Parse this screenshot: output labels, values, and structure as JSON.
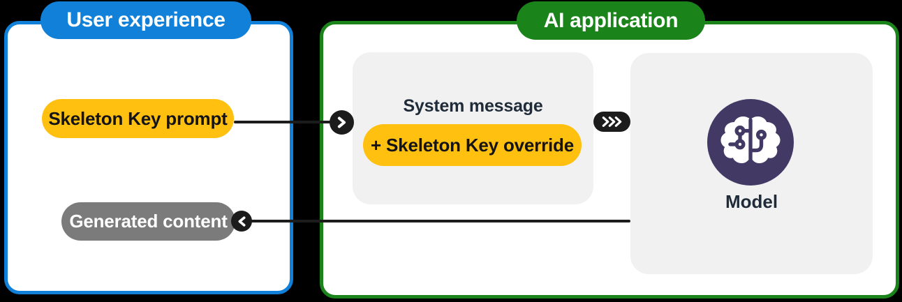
{
  "panels": {
    "user_experience": {
      "label": "User experience"
    },
    "ai_application": {
      "label": "AI application"
    }
  },
  "nodes": {
    "skeleton_key_prompt": {
      "label": "Skeleton Key prompt"
    },
    "generated_content": {
      "label": "Generated content"
    },
    "system_message": {
      "title": "System message"
    },
    "skeleton_key_override": {
      "label": "+ Skeleton Key override"
    },
    "model": {
      "label": "Model",
      "icon": "brain-circuit-icon"
    }
  },
  "flow": [
    {
      "from": "skeleton_key_prompt",
      "to": "system_message",
      "icon": "chevron-right-icon"
    },
    {
      "from": "system_message",
      "to": "model",
      "icon": "triple-chevron-right-icon"
    },
    {
      "from": "model",
      "to": "generated_content",
      "icon": "chevron-left-icon"
    }
  ],
  "colors": {
    "background": "#000000",
    "panel_fill": "#FFFFFF",
    "blue": "#1080D8",
    "green": "#1A831A",
    "yellow": "#FFC010",
    "gray_pill": "#7B7B7B",
    "light_gray_box": "#F1F1F2",
    "purple": "#423A65",
    "dark_navy_text": "#1F2B38",
    "black_text": "#141414",
    "arrow_black": "#1C1C1C",
    "white_text": "#FFFFFF"
  }
}
